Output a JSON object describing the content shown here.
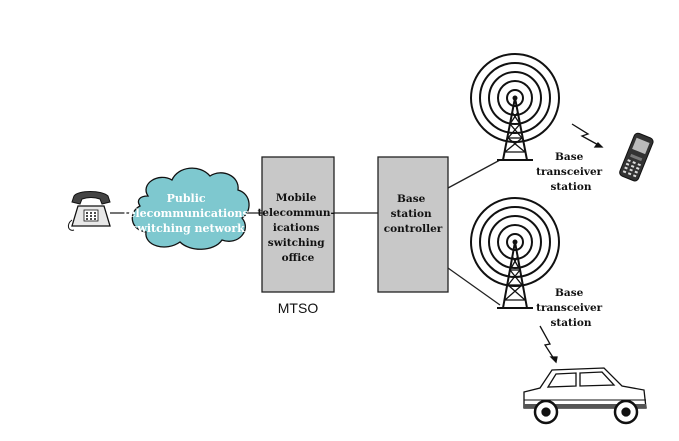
{
  "cloud": {
    "lines": [
      "Public",
      "telecommunications",
      "switching network"
    ],
    "fill": "#7ec8cf"
  },
  "mtso_box": {
    "lines": [
      "Mobile",
      "telecommun-",
      "ications",
      "switching",
      "office"
    ]
  },
  "mtso_label": "MTSO",
  "bsc_box": {
    "lines": [
      "Base",
      "station",
      "controller"
    ]
  },
  "bts_top": {
    "lines": [
      "Base",
      "transceiver",
      "station"
    ]
  },
  "bts_bottom": {
    "lines": [
      "Base",
      "transceiver",
      "station"
    ]
  },
  "colors": {
    "box_fill": "#c8c8c8",
    "line": "#222222"
  },
  "icons": {
    "telephone": "telephone-icon",
    "cell_phone": "cell-phone-icon",
    "car": "car-icon",
    "tower": "antenna-tower-icon",
    "signal": "lightning-signal-icon"
  }
}
